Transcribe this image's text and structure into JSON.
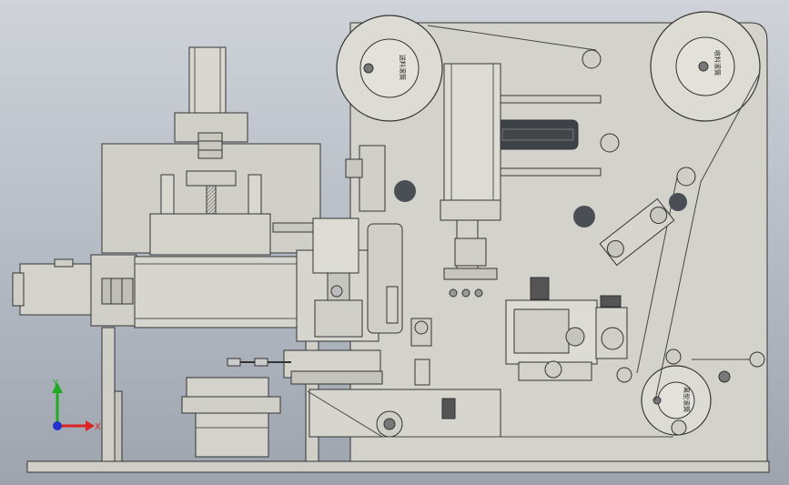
{
  "reels": {
    "left_reel_label": "送料滚筒",
    "right_reel_label": "收料滚筒",
    "bottom_reel_label": "离型滚筒"
  },
  "triad": {
    "y_label": "Y",
    "x_label": "X",
    "y_color": "#22aa22",
    "x_color": "#dd2222",
    "z_color": "#2233cc"
  },
  "colors": {
    "metal": "#d6d6d0",
    "metal_dark": "#bdbdb6",
    "outline": "#3a3a3a",
    "hole": "#4a4f55"
  }
}
